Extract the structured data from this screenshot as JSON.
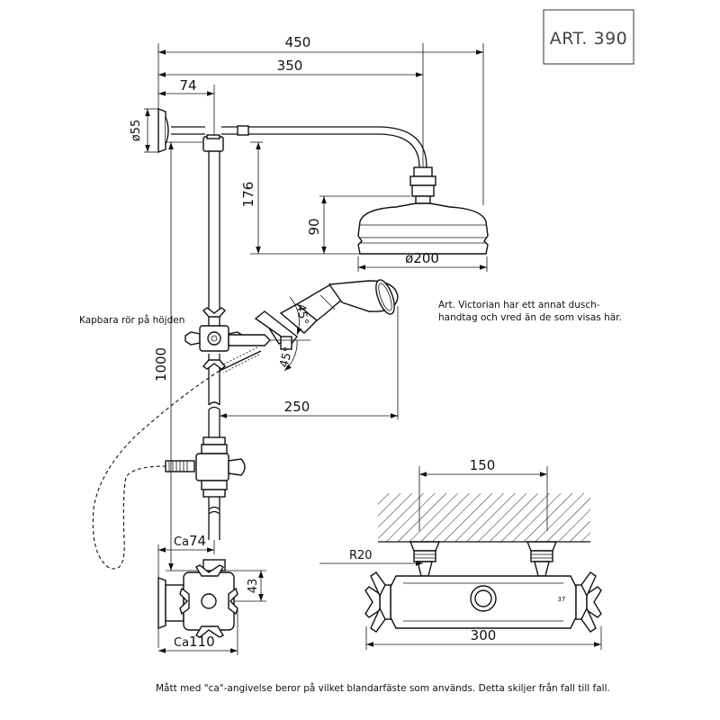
{
  "article_label": "ART. 390",
  "dimensions": {
    "overall_width": "450",
    "arm_length": "350",
    "arm_offset": "74",
    "wall_rose": "ø55",
    "head_drop": "176",
    "head_height": "90",
    "head_diameter": "ø200",
    "handset_angle_up": "45°",
    "handset_angle_down": "45°",
    "rail_height": "1000",
    "handset_reach": "250",
    "mixer_depth_prefix": "Ca",
    "mixer_depth_value": "74",
    "mixer_height": "43",
    "mixer_projection_prefix": "Ca",
    "mixer_projection_value": "110",
    "bracket_spacing": "150",
    "mixer_width": "300",
    "inlet_radius": "R20",
    "temperature_mark": "37"
  },
  "notes": {
    "adjustable_rail": "Kapbara rör på höjden",
    "victorian_line1": "Art. Victorian har ett annat dusch-",
    "victorian_line2": "handtag och vred än de som visas här.",
    "footer": "Mått med \"ca\"-angivelse beror på vilket blandarfäste som används. Detta skiljer från fall till fall."
  },
  "colors": {
    "ink": "#111111",
    "frame": "#333333",
    "article_text": "#444444"
  }
}
